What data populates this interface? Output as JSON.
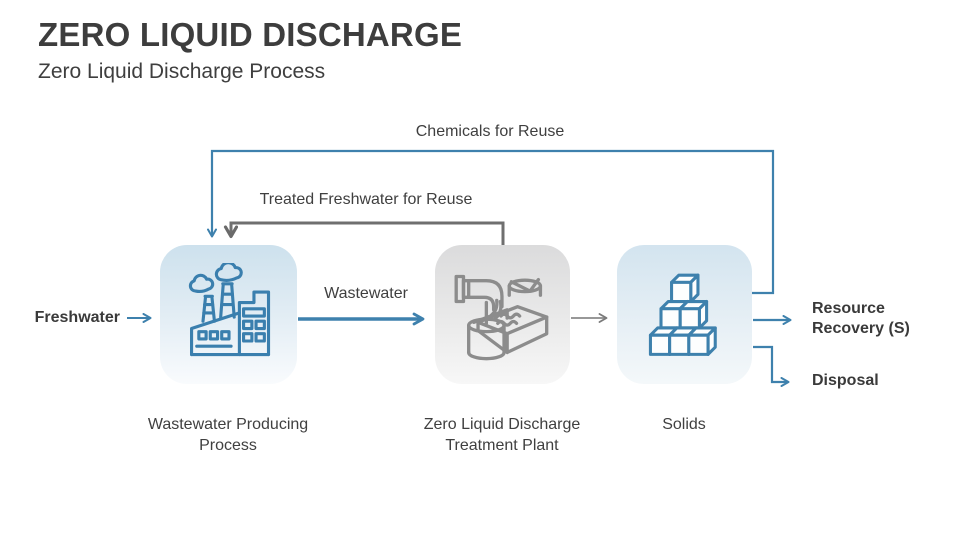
{
  "slide": {
    "title": "ZERO LIQUID DISCHARGE",
    "subtitle": "Zero Liquid Discharge Process"
  },
  "nodes": [
    {
      "caption": "Wastewater Producing Process",
      "icon": "factory-icon"
    },
    {
      "caption": "Zero Liquid Discharge Treatment Plant",
      "icon": "water-treatment-plant-icon"
    },
    {
      "caption": "Solids",
      "icon": "solid-cubes-icon"
    }
  ],
  "flows": {
    "input": "Freshwater",
    "to_plant": "Wastewater",
    "chemicals_loop": "Chemicals for Reuse",
    "treated_water_loop": "Treated Freshwater for Reuse",
    "output_recovery": "Resource Recovery (S)",
    "output_disposal": "Disposal"
  },
  "colors": {
    "accent_blue": "#3e81ad",
    "line_gray": "#6f6f6f",
    "icon_gray": "#8c8c8c",
    "text_dark": "#3d3d3d",
    "node_blue_top": "#cde1ed",
    "node_gray_top": "#dbdbdc"
  }
}
